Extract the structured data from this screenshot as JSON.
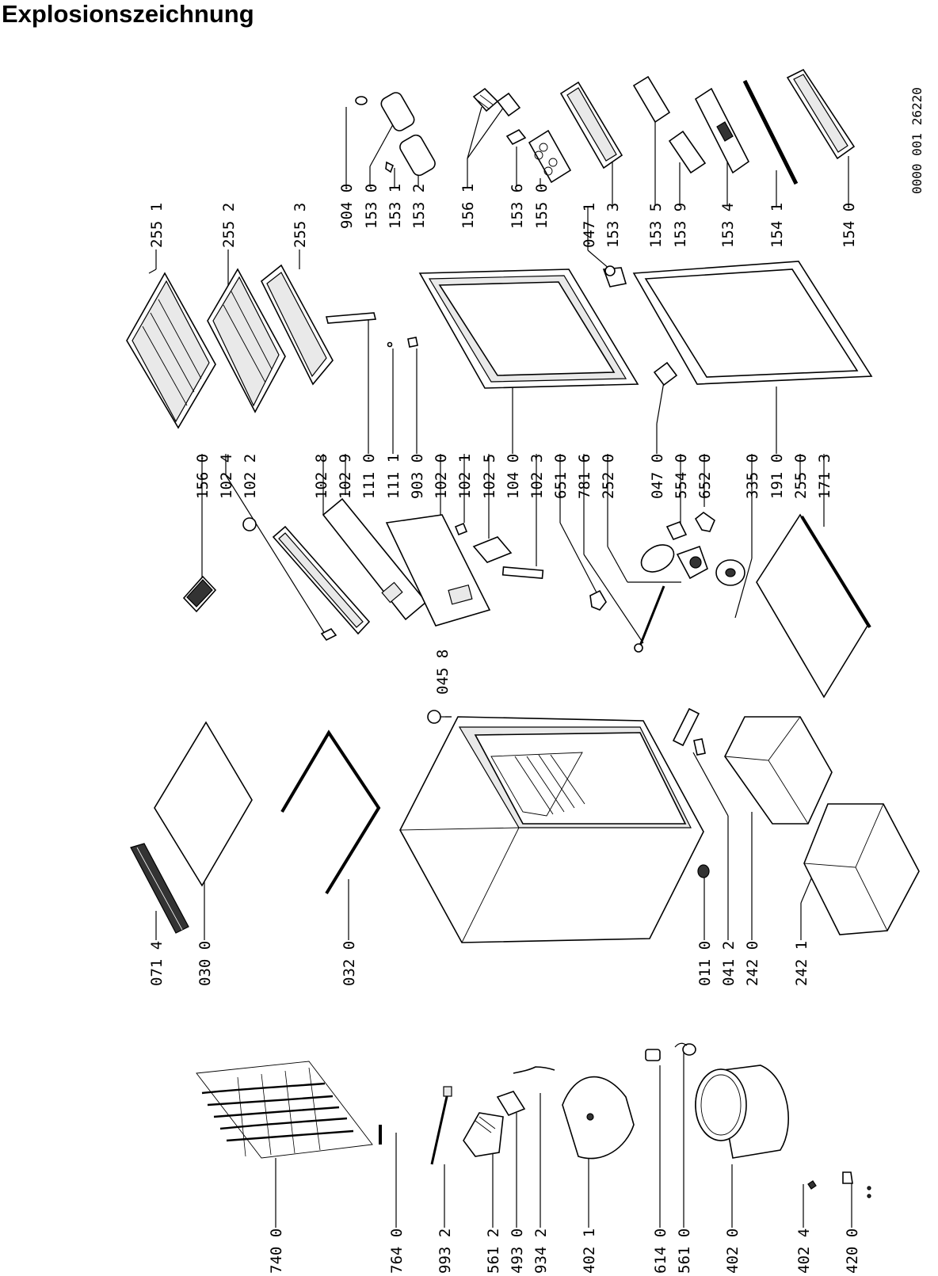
{
  "title": "Explosionszeichnung",
  "doc_number": "0000 001 26220",
  "labels": {
    "l_255_1": "255 1",
    "l_255_2": "255 2",
    "l_255_3": "255 3",
    "l_904_0": "904 0",
    "l_153_0": "153 0",
    "l_153_1": "153 1",
    "l_153_2": "153 2",
    "l_156_1": "156 1",
    "l_153_6": "153 6",
    "l_155_0": "155 0",
    "l_047_1": "047 1",
    "l_153_3": "153 3",
    "l_153_5": "153 5",
    "l_153_9": "153 9",
    "l_153_4": "153 4",
    "l_154_1": "154 1",
    "l_154_0": "154 0",
    "l_156_0": "156 0",
    "l_102_4": "102 4",
    "l_102_2": "102 2",
    "l_102_8": "102 8",
    "l_102_9": "102 9",
    "l_111_0": "111 0",
    "l_111_1": "111 1",
    "l_903_0": "903 0",
    "l_102_0": "102 0",
    "l_102_1": "102 1",
    "l_102_5": "102 5",
    "l_104_0": "104 0",
    "l_102_3": "102 3",
    "l_651_0": "651 0",
    "l_781_6": "781 6",
    "l_252_0": "252 0",
    "l_047_0": "047 0",
    "l_554_0": "554 0",
    "l_652_0": "652 0",
    "l_335_0": "335 0",
    "l_191_0": "191 0",
    "l_255_0": "255 0",
    "l_171_3": "171 3",
    "l_045_8": "045 8",
    "l_071_4": "071 4",
    "l_030_0": "030 0",
    "l_032_0": "032 0",
    "l_011_0": "011 0",
    "l_041_2": "041 2",
    "l_242_0": "242 0",
    "l_242_1": "242 1",
    "l_740_0": "740 0",
    "l_764_0": "764 0",
    "l_993_2": "993 2",
    "l_561_2": "561 2",
    "l_493_0": "493 0",
    "l_934_2": "934 2",
    "l_402_1": "402 1",
    "l_614_0": "614 0",
    "l_561_0": "561 0",
    "l_402_0": "402 0",
    "l_402_4": "402 4",
    "l_420_0": "420 0"
  }
}
